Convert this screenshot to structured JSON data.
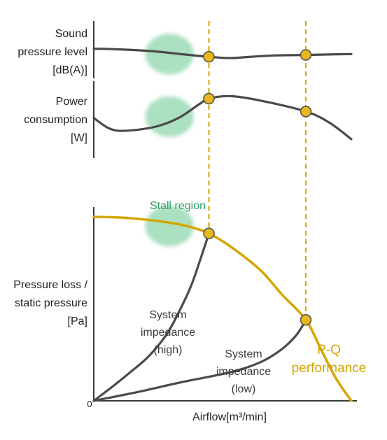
{
  "colors": {
    "axis": "#3a3a3a",
    "dark_curve": "#4a4a4a",
    "gold": "#d4a600",
    "gold_dot": "#e8b81a",
    "stall_green": "#8fd6ad",
    "stall_text": "#2e9e64"
  },
  "chart_data": [
    {
      "type": "line",
      "ylabel_lines": [
        "Sound",
        "pressure level",
        "[dB(A)]"
      ],
      "series": [
        {
          "x": [
            0,
            10,
            20,
            30,
            38,
            45,
            52,
            60,
            70,
            80,
            85
          ],
          "values": [
            60,
            58,
            54,
            47,
            42,
            39,
            42,
            45,
            46,
            47.5,
            48
          ],
          "markers_at_x": [
            38,
            70
          ]
        }
      ],
      "xlim": [
        0,
        85
      ],
      "ylim": [
        0,
        100
      ],
      "stall_region": {
        "x_range": [
          17,
          33
        ],
        "y_center": 48
      }
    },
    {
      "type": "line",
      "ylabel_lines": [
        "Power",
        "consumption",
        "[W]"
      ],
      "series": [
        {
          "x": [
            0,
            5,
            10,
            20,
            28,
            35,
            38,
            45,
            55,
            70,
            78,
            85
          ],
          "values": [
            58,
            42,
            38,
            44,
            58,
            80,
            88,
            92,
            85,
            68,
            50,
            25
          ],
          "markers_at_x": [
            38,
            70
          ]
        }
      ],
      "xlim": [
        0,
        85
      ],
      "ylim": [
        0,
        100
      ],
      "stall_region": {
        "x_range": [
          17,
          33
        ],
        "y_center": 60
      }
    },
    {
      "type": "line",
      "xlabel": "Airflow[m³/min]",
      "ylabel_lines": [
        "Pressure loss /",
        "static pressure",
        "[Pa]"
      ],
      "origin_label": "0",
      "series": [
        {
          "name_lines": [
            "P-Q",
            "performance"
          ],
          "x": [
            0,
            10,
            20,
            28,
            33,
            38,
            45,
            55,
            62,
            70,
            75,
            80,
            85
          ],
          "values": [
            100,
            99.5,
            98,
            96,
            94,
            91,
            84,
            71,
            58,
            44,
            28,
            12,
            0
          ]
        },
        {
          "name_lines": [
            "System",
            "impedance",
            "(high)"
          ],
          "x": [
            0,
            6,
            12,
            18,
            24,
            28,
            32,
            35,
            38
          ],
          "values": [
            0,
            7.5,
            15.5,
            24,
            36,
            48,
            62,
            76,
            91
          ]
        },
        {
          "name_lines": [
            "System",
            "impedance",
            "(low)"
          ],
          "x": [
            0,
            15,
            30,
            45,
            55,
            62,
            67,
            70
          ],
          "values": [
            0,
            5,
            10.5,
            15.5,
            21,
            28,
            36,
            44
          ]
        }
      ],
      "operating_points_x": [
        38,
        70
      ],
      "xlim": [
        0,
        85
      ],
      "ylim": [
        0,
        100
      ],
      "annotation": "Stall region",
      "stall_region": {
        "x_range": [
          17,
          33
        ],
        "y_center": 95
      }
    }
  ]
}
